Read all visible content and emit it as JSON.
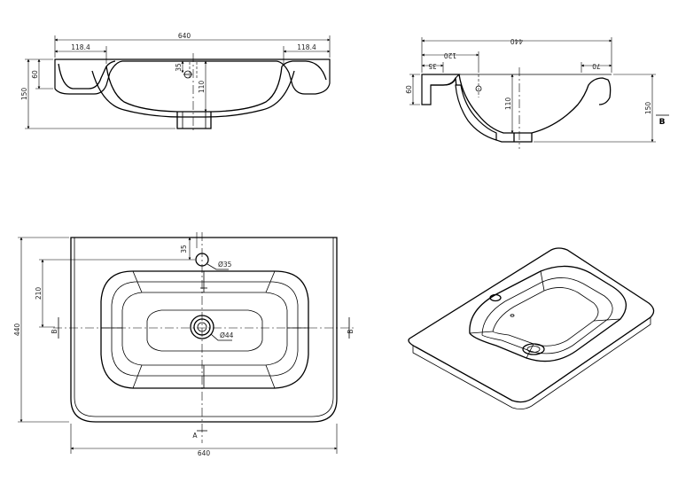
{
  "front_section": {
    "dims": {
      "overall_width": "640",
      "left_rim": "118.4",
      "right_rim": "118.4",
      "overall_height": "150",
      "rim_height": "60",
      "tap_hole_offset": "35",
      "bowl_depth": "110"
    }
  },
  "side_section": {
    "dims": {
      "overall_depth": "440",
      "back_offset": "120",
      "back_step": "35",
      "front_rim": "70",
      "rim_height": "60",
      "bowl_depth": "110",
      "overall_height": "150"
    },
    "section_marker": "B"
  },
  "plan_view": {
    "dims": {
      "overall_width": "640",
      "overall_depth": "440",
      "tap_to_waste": "210",
      "tap_from_back": "35",
      "tap_hole_diameter": "Ø35",
      "waste_diameter": "Ø44"
    },
    "section_marks": {
      "left": "B",
      "right": "B",
      "bottom": "A"
    }
  },
  "perspective_view": {}
}
